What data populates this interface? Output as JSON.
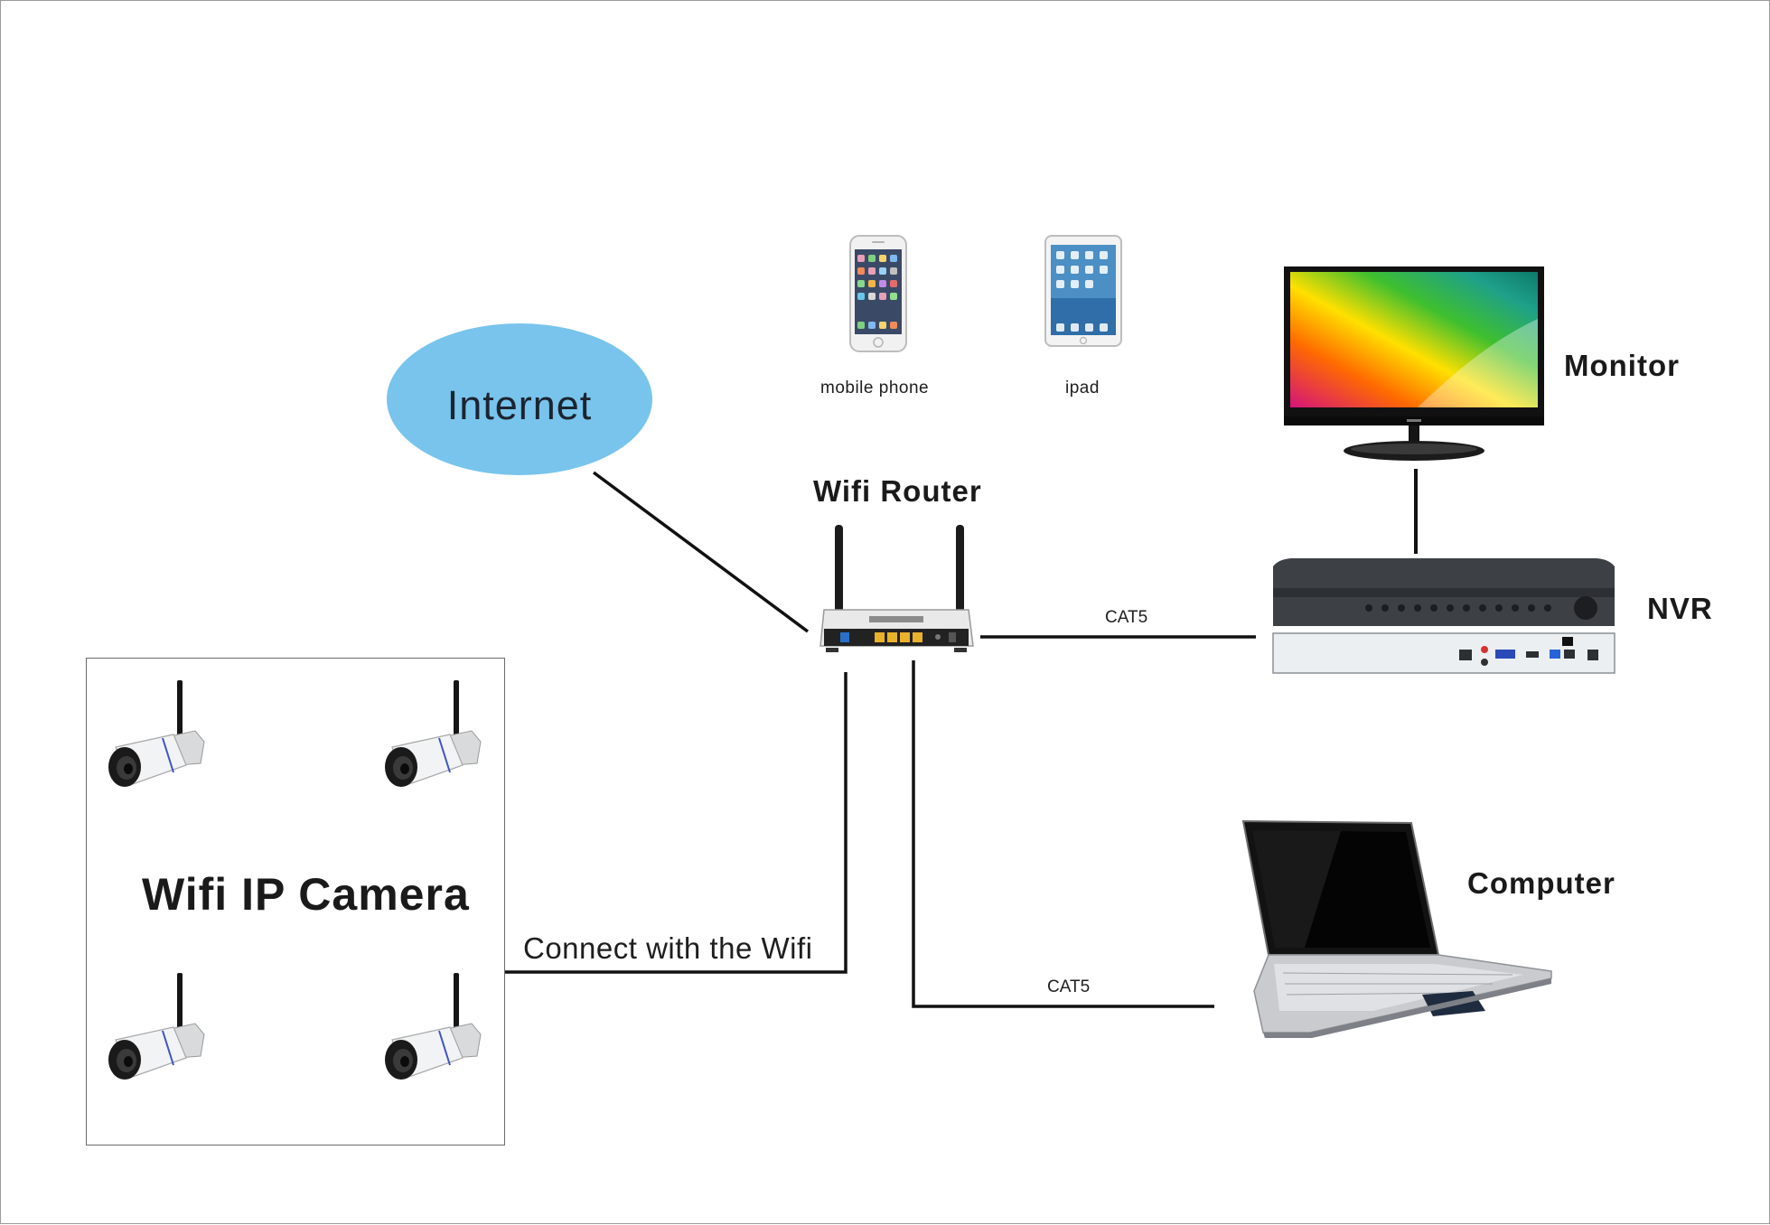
{
  "nodes": {
    "internet": "Internet",
    "wifi_router": "Wifi Router",
    "mobile_phone": "mobile phone",
    "ipad": "ipad",
    "monitor": "Monitor",
    "nvr": "NVR",
    "computer": "Computer",
    "camera_group": "Wifi IP Camera"
  },
  "edges": [
    {
      "from": "camera_group",
      "to": "wifi_router",
      "label": "Connect with the Wifi"
    },
    {
      "from": "wifi_router",
      "to": "nvr",
      "label": "CAT5"
    },
    {
      "from": "wifi_router",
      "to": "computer",
      "label": "CAT5"
    },
    {
      "from": "internet",
      "to": "wifi_router",
      "label": ""
    },
    {
      "from": "monitor",
      "to": "nvr",
      "label": ""
    }
  ],
  "colors": {
    "internet_fill": "#78c4ec",
    "line": "#111111"
  }
}
